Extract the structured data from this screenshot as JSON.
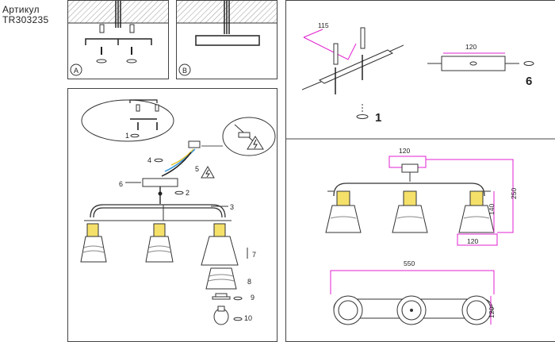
{
  "header": {
    "line1": "Артикул",
    "line2": "TR303235"
  },
  "mounting": {
    "variant_a": "A",
    "variant_b": "B"
  },
  "assembly_steps": [
    "1",
    "2",
    "3",
    "4",
    "5",
    "6",
    "7",
    "8",
    "9",
    "10"
  ],
  "install_steps": {
    "step1": "1",
    "step6": "6"
  },
  "dimensions": {
    "bracket_height": "115",
    "bracket_length": "120",
    "canopy_width": "120",
    "shade_height": "140",
    "shade_width": "120",
    "total_height": "250",
    "total_length": "550",
    "shade_diameter": "120"
  },
  "colors": {
    "line": "#333333",
    "dimension": "#e020d0",
    "socket": "#f0d84a"
  }
}
